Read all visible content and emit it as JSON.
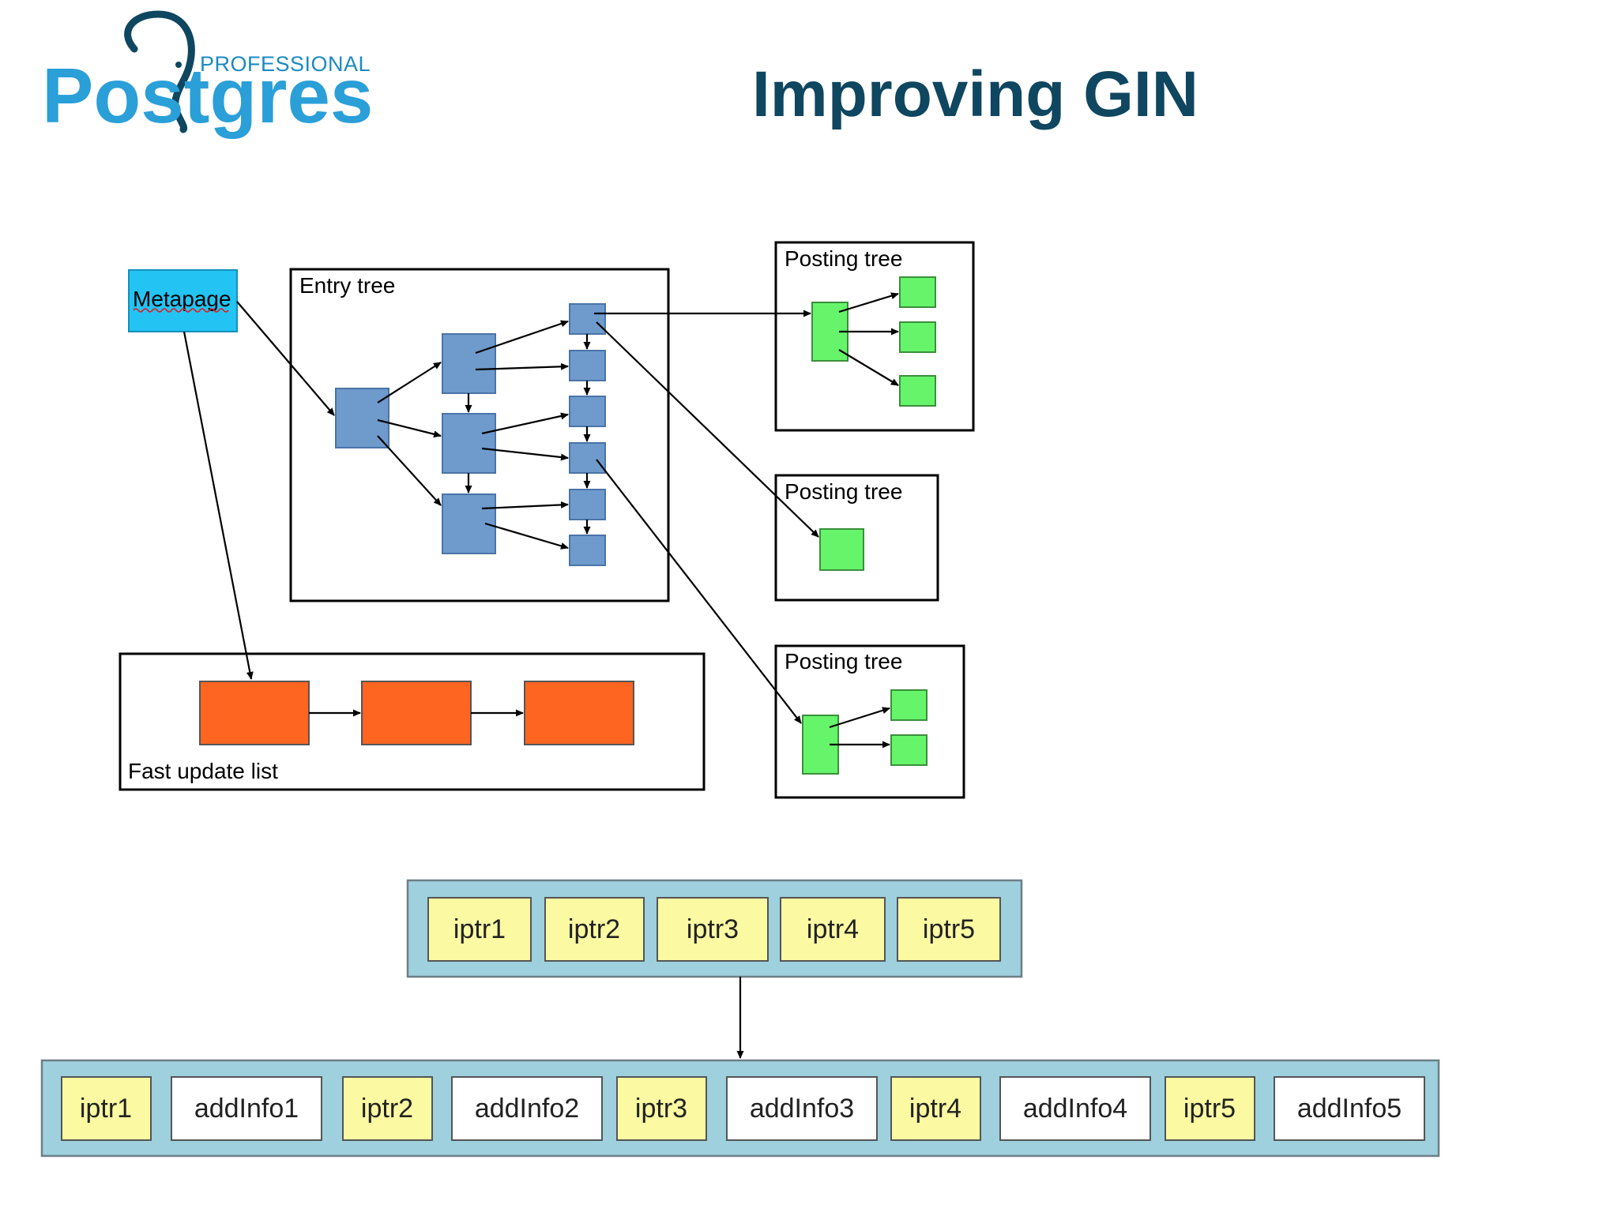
{
  "logo": {
    "small": "PROFESSIONAL",
    "big": "Postgres"
  },
  "title": "Improving GIN",
  "labels": {
    "metapage": "Metapage",
    "entry_tree": "Entry tree",
    "posting_tree_1": "Posting tree",
    "posting_tree_2": "Posting tree",
    "posting_tree_3": "Posting tree",
    "fast_update_list": "Fast update list"
  },
  "top_row": [
    "iptr1",
    "iptr2",
    "iptr3",
    "iptr4",
    "iptr5"
  ],
  "bottom_row": [
    "iptr1",
    "addInfo1",
    "iptr2",
    "addInfo2",
    "iptr3",
    "addInfo3",
    "iptr4",
    "addInfo4",
    "iptr5",
    "addInfo5"
  ],
  "colors": {
    "title": "#0f4660",
    "logo": "#2a9fd8",
    "metapage": "#23c3f4",
    "entry_node": "#6f9bcc",
    "posting_node": "#66f56a",
    "fast_update_node": "#fd6520",
    "band": "#9ed0de",
    "iptr_cell": "#fbf9a2",
    "addinfo_cell": "#ffffff"
  }
}
